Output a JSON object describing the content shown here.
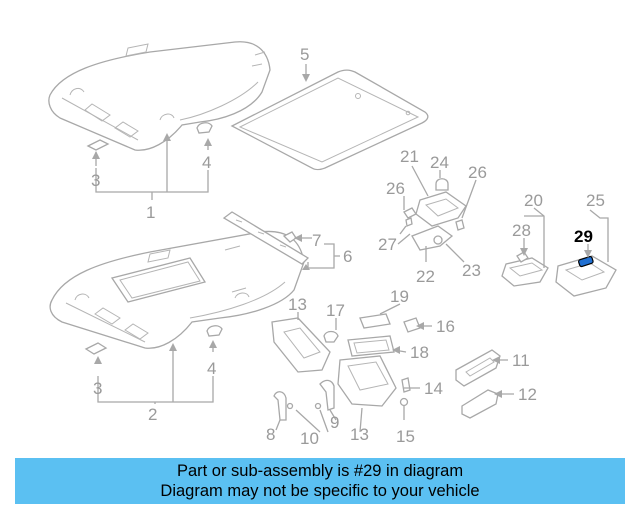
{
  "diagram": {
    "callouts": {
      "c1": "1",
      "c2": "2",
      "c3a": "3",
      "c3b": "3",
      "c4a": "4",
      "c4b": "4",
      "c5": "5",
      "c6": "6",
      "c7": "7",
      "c8": "8",
      "c9": "9",
      "c10": "10",
      "c11": "11",
      "c12": "12",
      "c13a": "13",
      "c13b": "13",
      "c14": "14",
      "c15": "15",
      "c16": "16",
      "c17": "17",
      "c18": "18",
      "c19": "19",
      "c20": "20",
      "c21": "21",
      "c22": "22",
      "c23": "23",
      "c24": "24",
      "c25": "25",
      "c26a": "26",
      "c26b": "26",
      "c27": "27",
      "c28": "28",
      "c29": "29"
    },
    "highlight_part": "29"
  },
  "banner": {
    "line1": "Part or sub-assembly is #29 in diagram",
    "line2": "Diagram may not be specific to your vehicle"
  },
  "colors": {
    "banner_bg": "#5bc0f2",
    "line_gray": "#a8a8a8",
    "highlight_blue": "#1f6fd1"
  }
}
